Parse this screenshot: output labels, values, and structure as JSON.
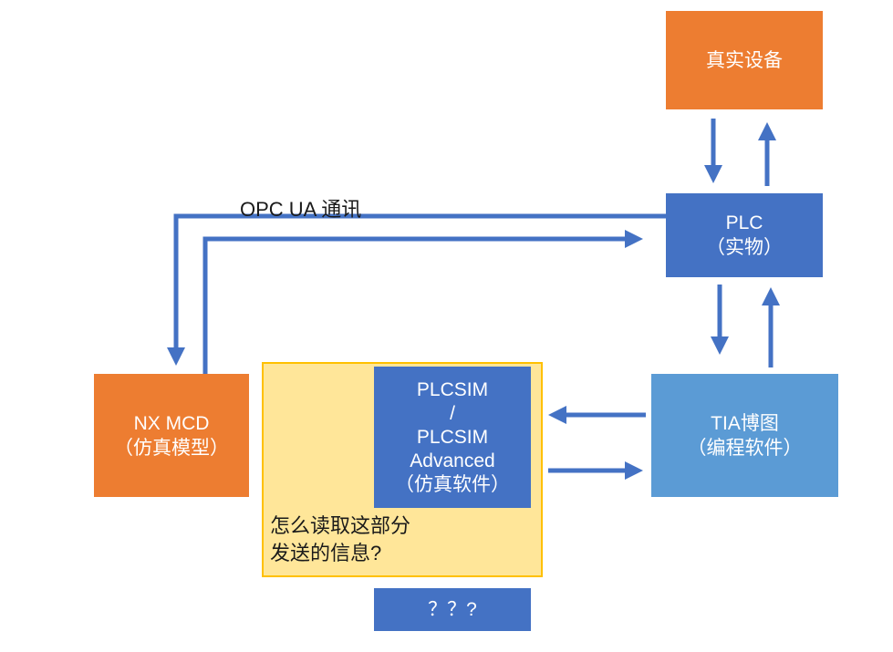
{
  "diagram": {
    "colors": {
      "orange_box": "#ED7D31",
      "blue_box": "#4472C4",
      "light_blue_box": "#5B9BD5",
      "yellow_container_fill": "#FFE699",
      "yellow_container_border": "#FFC000",
      "arrow": "#4472C4",
      "background": "#FFFFFF"
    },
    "nodes": {
      "real_device": {
        "label": "真实设备"
      },
      "plc": {
        "label": "PLC\n（实物）"
      },
      "tia": {
        "label": "TIA博图\n（编程软件）"
      },
      "nx_mcd": {
        "label": "NX MCD\n（仿真模型）"
      },
      "plcsim": {
        "label": "PLCSIM\n/\nPLCSIM\nAdvanced\n（仿真软件）"
      },
      "question_box": {
        "label": "？？?"
      }
    },
    "annotations": {
      "opc_ua": "OPC UA 通讯",
      "question": "怎么读取这部分\n发送的信息?"
    }
  }
}
